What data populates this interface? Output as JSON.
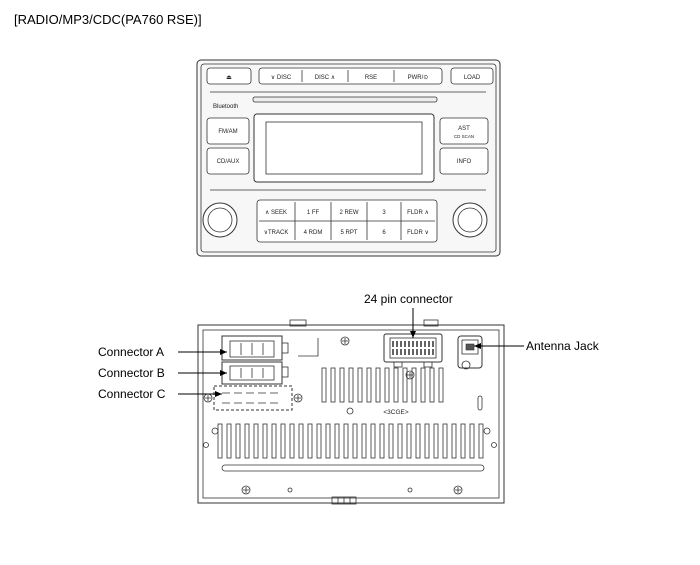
{
  "title": "[RADIO/MP3/CDC(PA760 RSE)]",
  "front_panel": {
    "top_buttons": [
      "⏏",
      "∨ DISC",
      "DISC ∧",
      "RSE",
      "PWR/⊙",
      "LOAD"
    ],
    "brand_label": "Bluetooth",
    "left_buttons": [
      "FM/AM",
      "CD/AUX"
    ],
    "right_buttons": [
      "AST",
      "CD SCAN",
      "INFO"
    ],
    "preset_row1": [
      "∧ SEEK",
      "1 FF",
      "2 REW",
      "3",
      "FLDR ∧"
    ],
    "preset_row2": [
      "∨TRACK",
      "4 RDM",
      "5 RPT",
      "6",
      "FLDR ∨"
    ]
  },
  "rear_panel": {
    "callouts": {
      "connector_a": "Connector A",
      "connector_b": "Connector B",
      "connector_c": "Connector C",
      "pin24": "24 pin connector",
      "antenna": "Antenna Jack"
    },
    "stamp": "<3CGE>"
  }
}
